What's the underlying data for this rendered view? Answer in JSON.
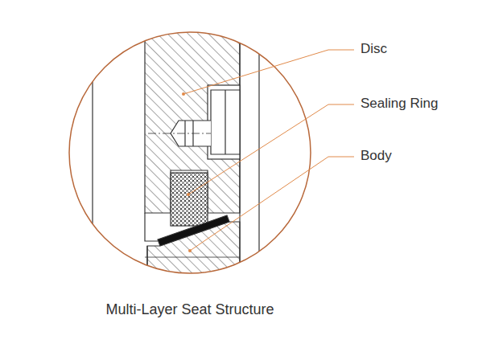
{
  "diagram": {
    "caption": "Multi-Layer Seat Structure",
    "labels": [
      "Disc",
      "Sealing Ring",
      "Body"
    ]
  }
}
